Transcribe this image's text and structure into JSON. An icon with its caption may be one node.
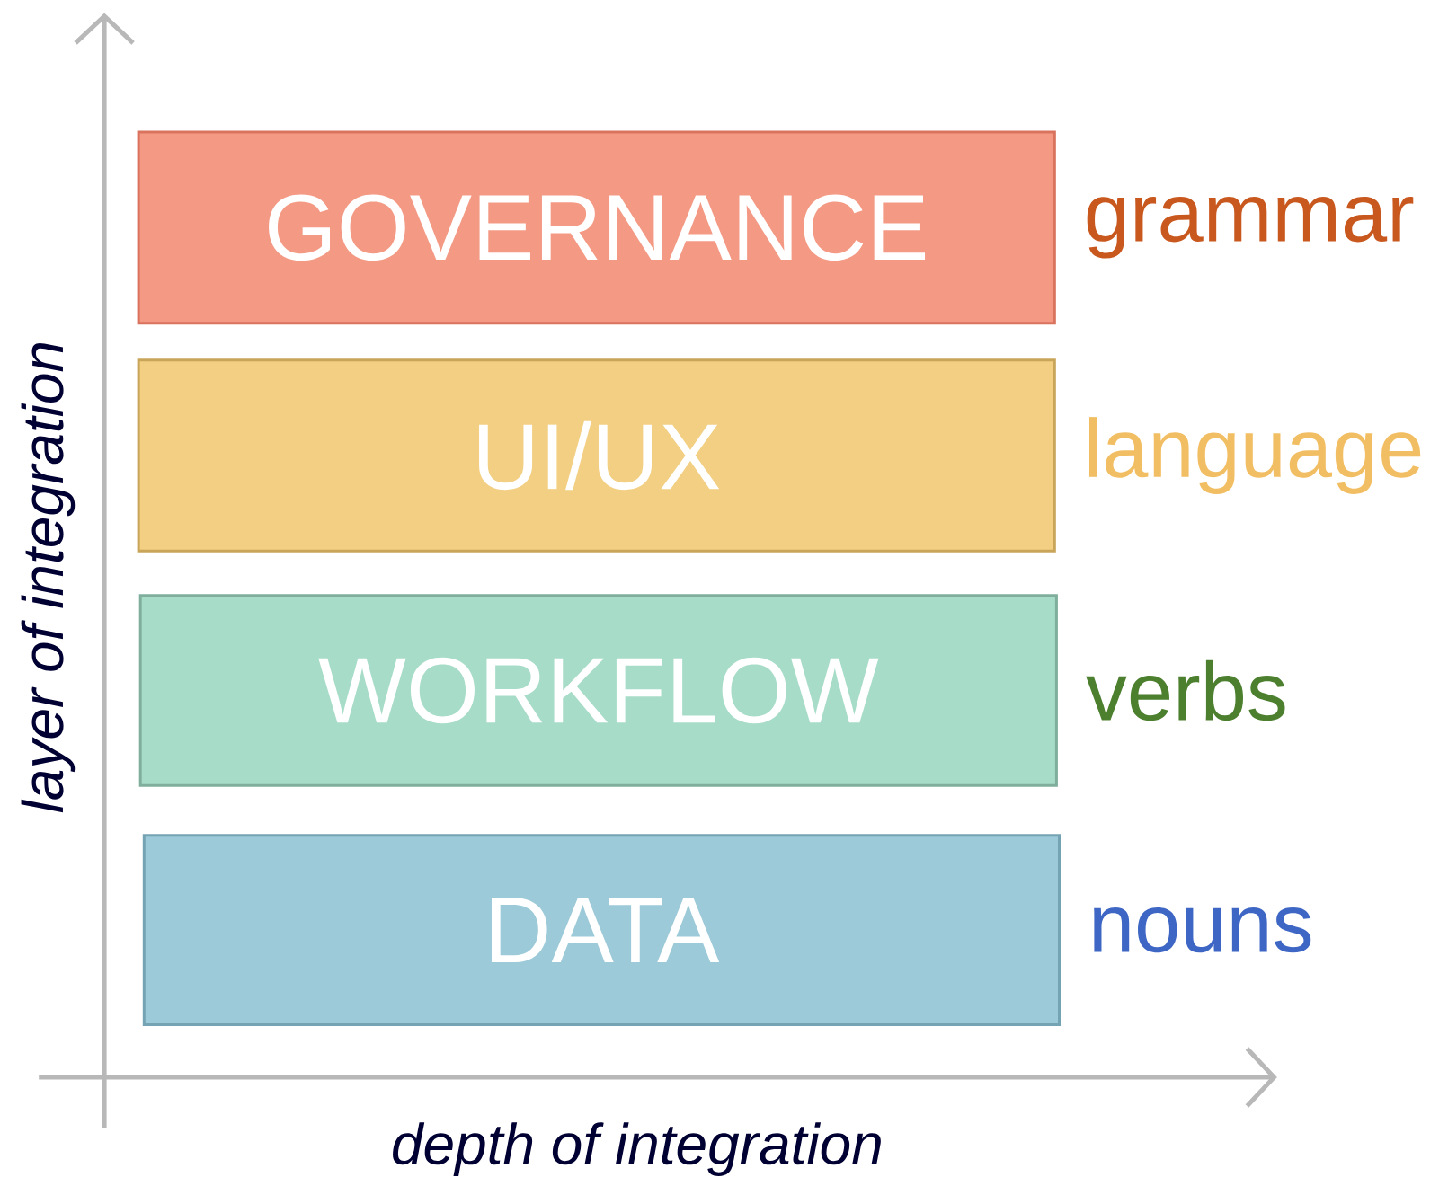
{
  "diagram": {
    "nodes": [
      {
        "text": [
          "GOVERNANCE"
        ],
        "beside": [
          "grammar"
        ]
      },
      {
        "text": [
          "UI/UX"
        ],
        "beside": [
          "language"
        ]
      },
      {
        "text": [
          "WORKFLOW"
        ],
        "beside": [
          "verbs"
        ]
      },
      {
        "text": [
          "DATA"
        ],
        "beside": [
          "nouns"
        ]
      }
    ],
    "labels": [
      "layer of integration",
      "depth of integration"
    ]
  }
}
